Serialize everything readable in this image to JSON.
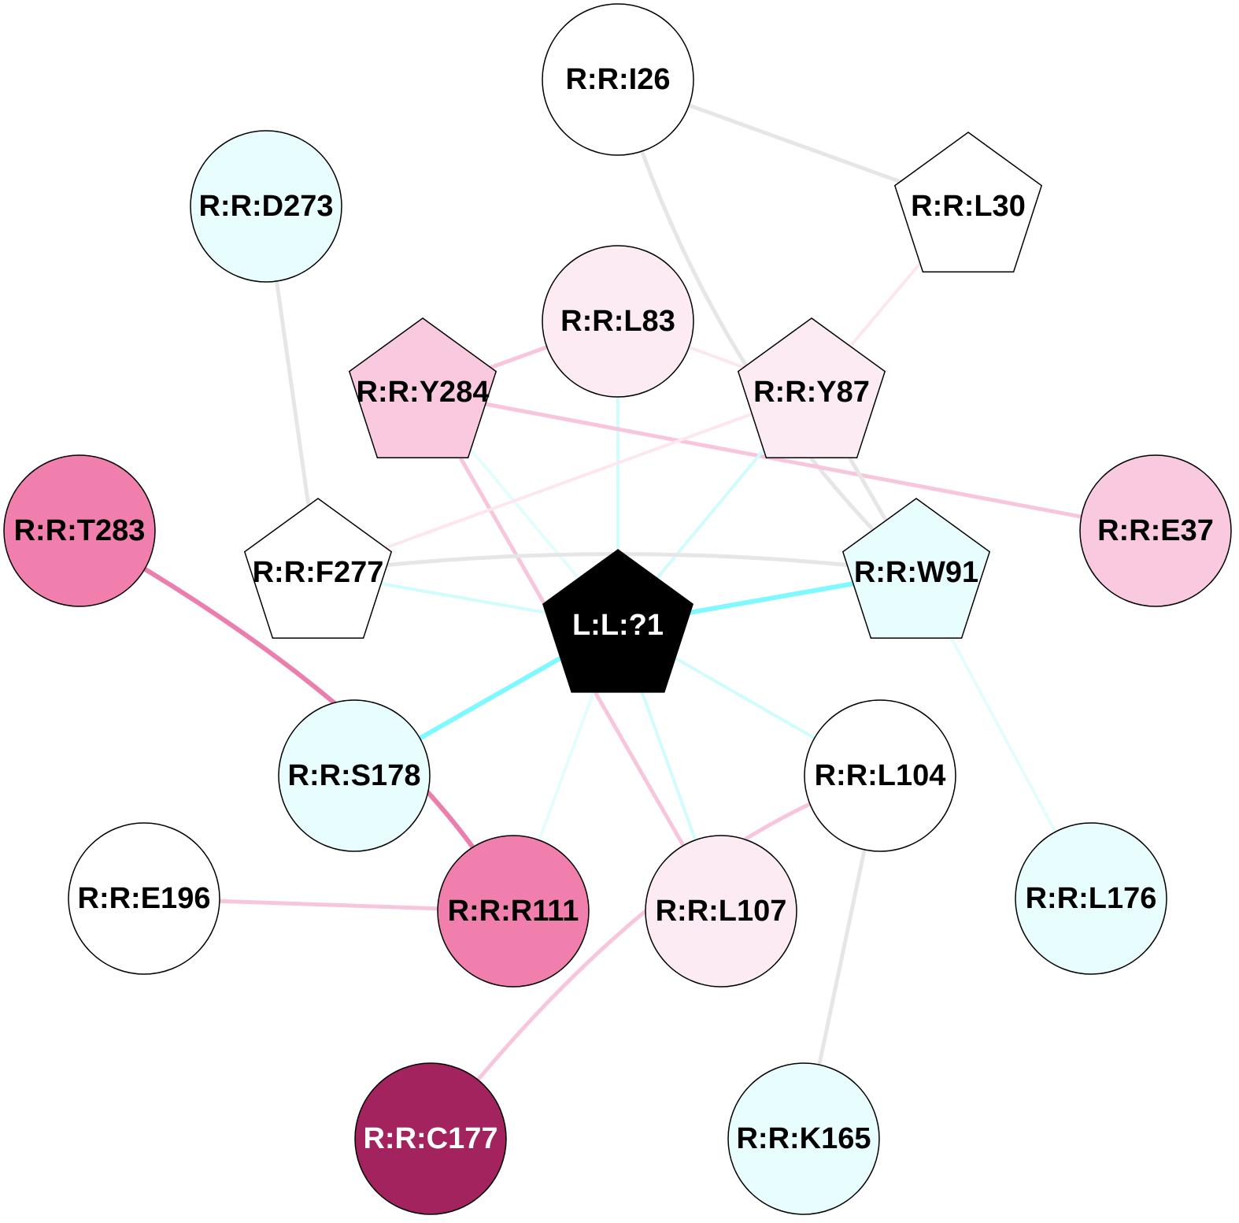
{
  "palette": {
    "background": "#ffffff",
    "node_white": "#ffffff",
    "node_cyan_light": "#e8fdfd",
    "node_pink_pale": "#fcebf3",
    "node_pink_light": "#f9c9df",
    "node_pink_mid": "#f07fad",
    "node_magenta_dark": "#a3235e",
    "node_black": "#000000",
    "edge_grey": "#e6e6e6",
    "edge_cyan_strong": "#7ff8ff",
    "edge_cyan_light": "#d0fcfd",
    "edge_cyan_pale": "#e3fdfd",
    "edge_pink": "#f7c6dc",
    "edge_pink_pale": "#fde6ee",
    "edge_pink_strong": "#ec7ead",
    "label_dark": "#000000",
    "label_light": "#ffffff"
  },
  "nodes": [
    {
      "id": "I26",
      "label": "R:R:I26",
      "shape": "circle",
      "fill": "node_white",
      "text": "label_dark"
    },
    {
      "id": "L30",
      "label": "R:R:L30",
      "shape": "pentagon",
      "fill": "node_white",
      "text": "label_dark"
    },
    {
      "id": "D273",
      "label": "R:R:D273",
      "shape": "circle",
      "fill": "node_cyan_light",
      "text": "label_dark"
    },
    {
      "id": "L83",
      "label": "R:R:L83",
      "shape": "circle",
      "fill": "node_pink_pale",
      "text": "label_dark"
    },
    {
      "id": "Y284",
      "label": "R:R:Y284",
      "shape": "pentagon",
      "fill": "node_pink_light",
      "text": "label_dark"
    },
    {
      "id": "Y87",
      "label": "R:R:Y87",
      "shape": "pentagon",
      "fill": "node_pink_pale",
      "text": "label_dark"
    },
    {
      "id": "T283",
      "label": "R:R:T283",
      "shape": "circle",
      "fill": "node_pink_mid",
      "text": "label_dark"
    },
    {
      "id": "E37",
      "label": "R:R:E37",
      "shape": "circle",
      "fill": "node_pink_light",
      "text": "label_dark"
    },
    {
      "id": "F277",
      "label": "R:R:F277",
      "shape": "pentagon",
      "fill": "node_white",
      "text": "label_dark"
    },
    {
      "id": "W91",
      "label": "R:R:W91",
      "shape": "pentagon",
      "fill": "node_cyan_light",
      "text": "label_dark"
    },
    {
      "id": "LIG",
      "label": "L:L:?1",
      "shape": "pentagon",
      "fill": "node_black",
      "text": "label_light"
    },
    {
      "id": "S178",
      "label": "R:R:S178",
      "shape": "circle",
      "fill": "node_cyan_light",
      "text": "label_dark"
    },
    {
      "id": "L104",
      "label": "R:R:L104",
      "shape": "circle",
      "fill": "node_white",
      "text": "label_dark"
    },
    {
      "id": "E196",
      "label": "R:R:E196",
      "shape": "circle",
      "fill": "node_white",
      "text": "label_dark"
    },
    {
      "id": "R111",
      "label": "R:R:R111",
      "shape": "circle",
      "fill": "node_pink_mid",
      "text": "label_dark"
    },
    {
      "id": "L107",
      "label": "R:R:L107",
      "shape": "circle",
      "fill": "node_pink_pale",
      "text": "label_dark"
    },
    {
      "id": "L176",
      "label": "R:R:L176",
      "shape": "circle",
      "fill": "node_cyan_light",
      "text": "label_dark"
    },
    {
      "id": "C177",
      "label": "R:R:C177",
      "shape": "circle",
      "fill": "node_magenta_dark",
      "text": "label_light"
    },
    {
      "id": "K165",
      "label": "R:R:K165",
      "shape": "circle",
      "fill": "node_cyan_light",
      "text": "label_dark"
    }
  ],
  "edges": [
    {
      "from": "I26",
      "to": "L30",
      "color": "edge_grey"
    },
    {
      "from": "I26",
      "to": "W91",
      "color": "edge_grey"
    },
    {
      "from": "L30",
      "to": "Y87",
      "color": "edge_pink_pale"
    },
    {
      "from": "D273",
      "to": "F277",
      "color": "edge_grey"
    },
    {
      "from": "Y284",
      "to": "L83",
      "color": "edge_pink"
    },
    {
      "from": "L83",
      "to": "Y87",
      "color": "edge_pink_pale"
    },
    {
      "from": "L83",
      "to": "LIG",
      "color": "edge_cyan_light"
    },
    {
      "from": "Y284",
      "to": "E37",
      "color": "edge_pink"
    },
    {
      "from": "Y284",
      "to": "L107",
      "color": "edge_pink"
    },
    {
      "from": "Y284",
      "to": "LIG",
      "color": "edge_cyan_pale"
    },
    {
      "from": "Y87",
      "to": "F277",
      "color": "edge_pink_pale"
    },
    {
      "from": "Y87",
      "to": "W91",
      "color": "edge_grey"
    },
    {
      "from": "Y87",
      "to": "LIG",
      "color": "edge_cyan_light"
    },
    {
      "from": "F277",
      "to": "W91",
      "color": "edge_grey"
    },
    {
      "from": "F277",
      "to": "LIG",
      "color": "edge_cyan_light"
    },
    {
      "from": "W91",
      "to": "LIG",
      "color": "edge_cyan_strong"
    },
    {
      "from": "W91",
      "to": "L176",
      "color": "edge_cyan_pale"
    },
    {
      "from": "T283",
      "to": "R111",
      "color": "edge_pink_strong"
    },
    {
      "from": "S178",
      "to": "LIG",
      "color": "edge_cyan_strong"
    },
    {
      "from": "LIG",
      "to": "L104",
      "color": "edge_cyan_light"
    },
    {
      "from": "LIG",
      "to": "L107",
      "color": "edge_cyan_light"
    },
    {
      "from": "LIG",
      "to": "R111",
      "color": "edge_cyan_pale"
    },
    {
      "from": "E196",
      "to": "R111",
      "color": "edge_pink"
    },
    {
      "from": "L104",
      "to": "C177",
      "color": "edge_pink"
    },
    {
      "from": "L104",
      "to": "K165",
      "color": "edge_grey"
    }
  ]
}
